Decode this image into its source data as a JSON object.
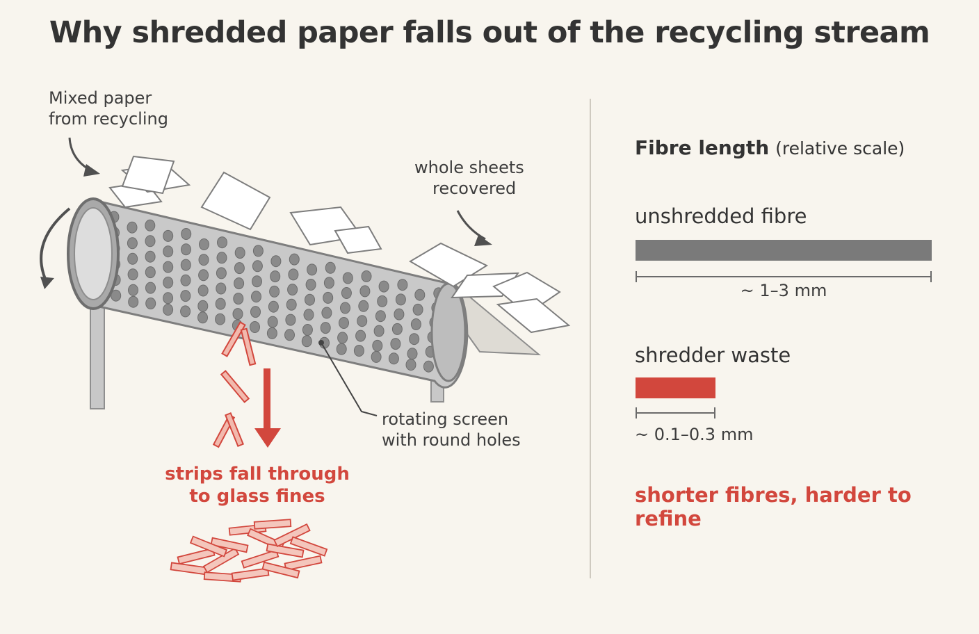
{
  "title": "Why shredded paper falls out of the recycling stream",
  "illustration": {
    "input_label_line1": "Mixed paper",
    "input_label_line2": "from recycling",
    "output_label_line1": "whole sheets",
    "output_label_line2": "recovered",
    "screen_label_line1": "rotating screen",
    "screen_label_line2": "with round holes",
    "fines_label_line1": "strips fall through",
    "fines_label_line2": "to glass fines"
  },
  "fibre_panel": {
    "heading_bold": "Fibre length",
    "heading_note": "(relative scale)",
    "bars": [
      {
        "label": "unshredded fibre",
        "range_label": "~ 1–3 mm",
        "relative_length": 1.0,
        "color": "#7a7a7a"
      },
      {
        "label": "shredder waste",
        "range_label": "~ 0.1–0.3 mm",
        "relative_length": 0.27,
        "color": "#d2473d"
      }
    ],
    "conclusion": "shorter fibres, harder to refine"
  },
  "colors": {
    "accent_red": "#d2473d",
    "background": "#f8f5ee",
    "text": "#3d3d3d"
  }
}
